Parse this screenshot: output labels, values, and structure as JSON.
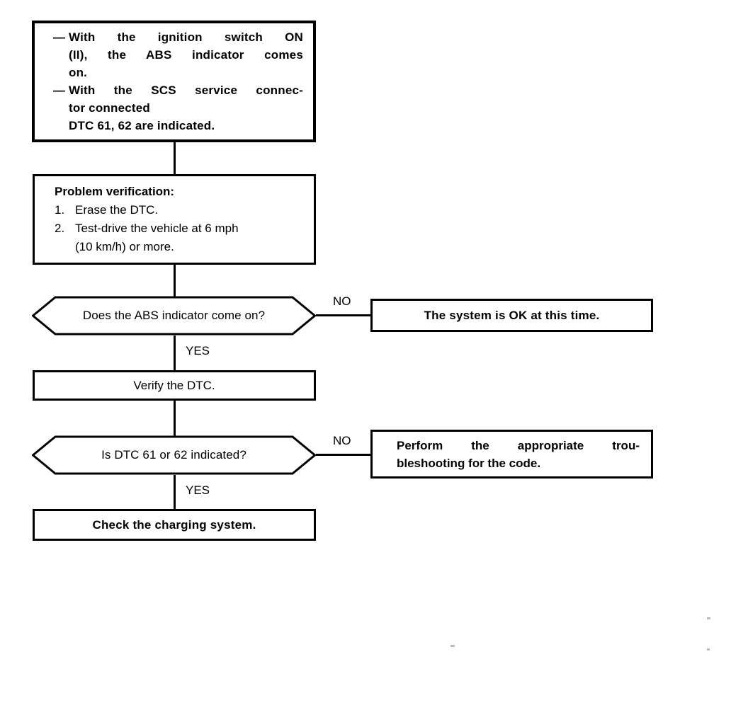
{
  "document": {
    "type": "troubleshooting-flowchart",
    "subject": "ABS indicator / DTC 61, 62"
  },
  "nodes": {
    "symptom_box": {
      "name": "symptom-box",
      "bullets": [
        {
          "marker": "—",
          "lines": [
            "With the ignition switch ON",
            "(II), the ABS indicator comes",
            "on."
          ]
        },
        {
          "marker": "—",
          "lines": [
            "With the SCS service connec-",
            "tor connected",
            "DTC 61, 62 are indicated."
          ]
        }
      ]
    },
    "problem_verification": {
      "heading": "Problem verification:",
      "steps": [
        {
          "index": "1.",
          "lines": [
            "Erase the DTC."
          ]
        },
        {
          "index": "2.",
          "lines": [
            "Test-drive the vehicle at 6 mph",
            "(10 km/h) or more."
          ]
        }
      ]
    },
    "decision_1": {
      "text": "Does the ABS indicator come on?",
      "yes_label": "YES",
      "no_label": "NO"
    },
    "verify_dtc": {
      "text": "Verify the DTC."
    },
    "decision_2": {
      "text": "Is DTC 61 or 62 indicated?",
      "yes_label": "YES",
      "no_label": "NO"
    },
    "system_ok": {
      "text": "The system is OK at this time."
    },
    "perform_troubleshooting": {
      "lines": [
        "Perform the appropriate trou-",
        "bleshooting for the code."
      ]
    },
    "check_charging": {
      "text": "Check the charging system."
    }
  },
  "colors": {
    "ink": "#000000",
    "paper": "#ffffff",
    "speckle": "#bdbdbd"
  }
}
